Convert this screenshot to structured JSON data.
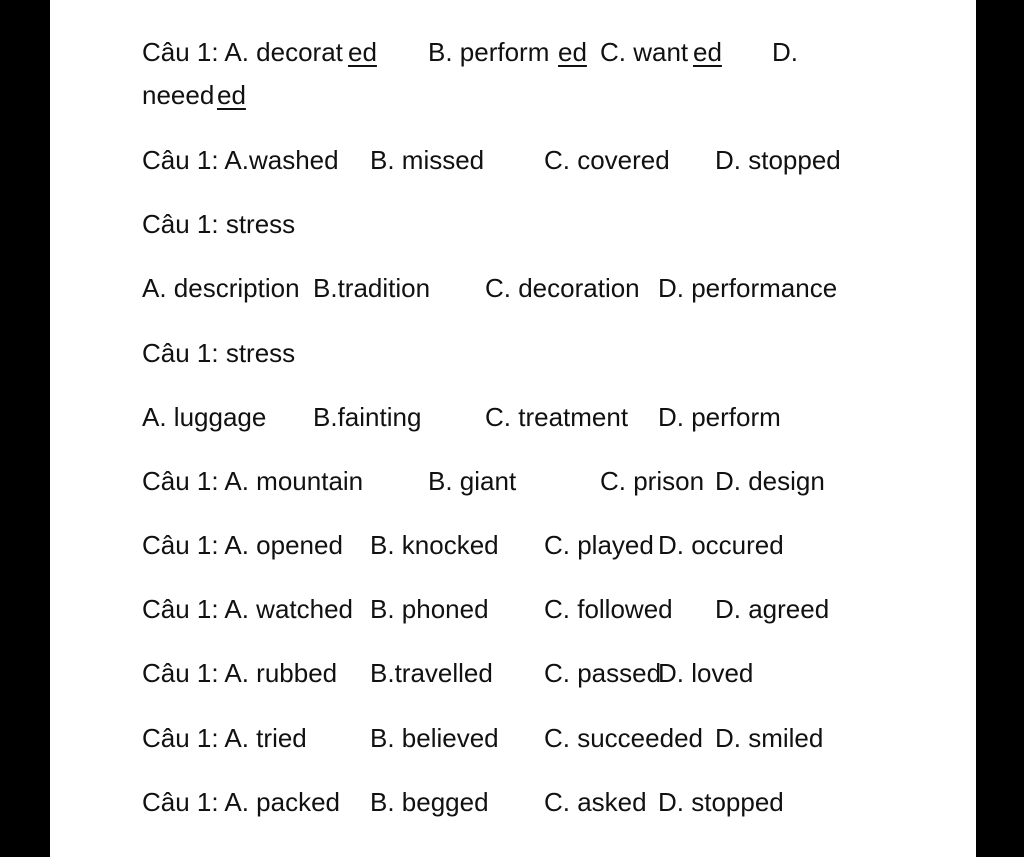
{
  "lines": [
    {
      "segments": [
        {
          "text": "Câu 1: A. decorat",
          "underline": false
        },
        {
          "text": "ed",
          "underline": true
        },
        {
          "text": "B. perform",
          "underline": false
        },
        {
          "text": "ed",
          "underline": true
        },
        {
          "text": "C. want",
          "underline": false
        },
        {
          "text": "ed",
          "underline": true
        },
        {
          "text": "D.",
          "underline": false
        }
      ]
    },
    {
      "segments": [
        {
          "text": "neeed",
          "underline": false
        },
        {
          "text": "ed",
          "underline": true
        }
      ]
    },
    {
      "segments": [
        {
          "text": "Câu 1: A.washed",
          "underline": false
        },
        {
          "text": "B. missed",
          "underline": false
        },
        {
          "text": "C. covered",
          "underline": false
        },
        {
          "text": "D. stopped",
          "underline": false
        }
      ]
    },
    {
      "segments": [
        {
          "text": "Câu 1: stress",
          "underline": false
        }
      ]
    },
    {
      "segments": [
        {
          "text": "A. description",
          "underline": false
        },
        {
          "text": "B.tradition",
          "underline": false
        },
        {
          "text": "C. decoration",
          "underline": false
        },
        {
          "text": "D. performance",
          "underline": false
        }
      ]
    },
    {
      "segments": [
        {
          "text": "Câu 1: stress",
          "underline": false
        }
      ]
    },
    {
      "segments": [
        {
          "text": "A. luggage",
          "underline": false
        },
        {
          "text": "B.fainting",
          "underline": false
        },
        {
          "text": "C. treatment",
          "underline": false
        },
        {
          "text": "D. perform",
          "underline": false
        }
      ]
    },
    {
      "segments": [
        {
          "text": "Câu 1: A. mountain",
          "underline": false
        },
        {
          "text": "B. giant",
          "underline": false
        },
        {
          "text": "C. prison",
          "underline": false
        },
        {
          "text": "D. design",
          "underline": false
        }
      ]
    },
    {
      "segments": [
        {
          "text": "Câu 1: A. opened",
          "underline": false
        },
        {
          "text": "B. knocked",
          "underline": false
        },
        {
          "text": "C. played",
          "underline": false
        },
        {
          "text": "D. occured",
          "underline": false
        }
      ]
    },
    {
      "segments": [
        {
          "text": "Câu 1: A. watched",
          "underline": false
        },
        {
          "text": "B. phoned",
          "underline": false
        },
        {
          "text": "C. followed",
          "underline": false
        },
        {
          "text": "D. agreed",
          "underline": false
        }
      ]
    },
    {
      "segments": [
        {
          "text": "Câu 1: A. rubbed",
          "underline": false
        },
        {
          "text": "B.travelled",
          "underline": false
        },
        {
          "text": "C. passed",
          "underline": false
        },
        {
          "text": "D. loved",
          "underline": false
        }
      ]
    },
    {
      "segments": [
        {
          "text": "Câu 1: A. tried",
          "underline": false
        },
        {
          "text": "B. believed",
          "underline": false
        },
        {
          "text": "C. succeeded",
          "underline": false
        },
        {
          "text": "D. smiled",
          "underline": false
        }
      ]
    },
    {
      "segments": [
        {
          "text": "Câu 1: A. packed",
          "underline": false
        },
        {
          "text": "B. begged",
          "underline": false
        },
        {
          "text": "C. asked",
          "underline": false
        },
        {
          "text": "D. stopped",
          "underline": false
        }
      ]
    }
  ]
}
